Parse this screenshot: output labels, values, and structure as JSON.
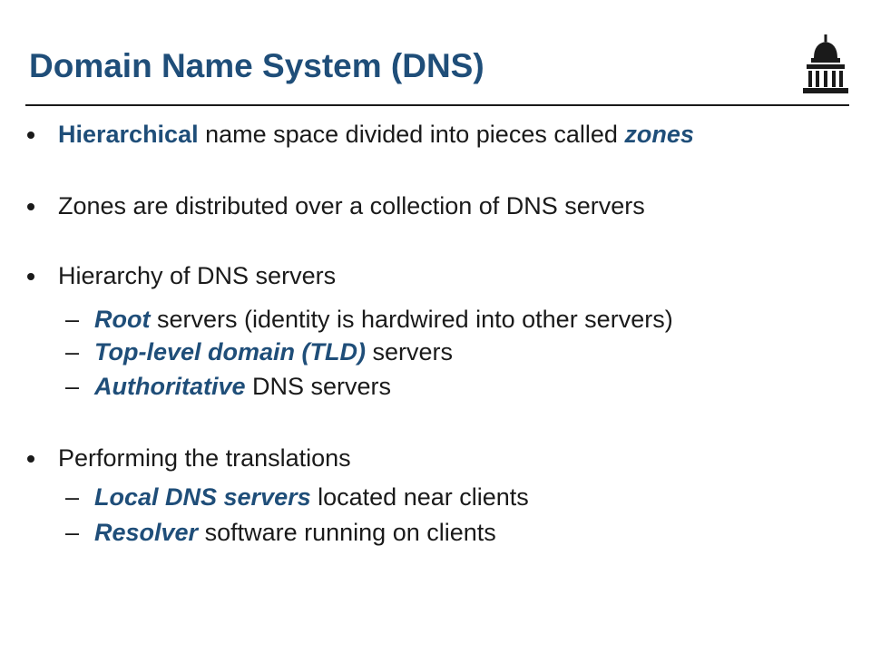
{
  "title": "Domain Name System (DNS)",
  "logo_icon": "capitol-building-icon",
  "colors": {
    "accent": "#1f4e79",
    "text": "#1a1a1a",
    "rule": "#1a1a1a"
  },
  "bullets": [
    {
      "parts": [
        {
          "text": "Hierarchical",
          "style": "bold"
        },
        {
          "text": " name space divided into pieces called ",
          "style": "plain"
        },
        {
          "text": "zones",
          "style": "bold-italic"
        }
      ]
    },
    {
      "parts": [
        {
          "text": "Zones are distributed over a collection of DNS servers",
          "style": "plain"
        }
      ]
    },
    {
      "text": "Hierarchy of DNS servers",
      "subitems": [
        {
          "emph": "Root",
          "rest": " servers (identity is hardwired into other servers)"
        },
        {
          "emph": "Top-level domain (TLD)",
          "rest": " servers"
        },
        {
          "emph": "Authoritative",
          "rest": " DNS servers"
        }
      ]
    },
    {
      "text": "Performing the translations",
      "subitems": [
        {
          "emph": "Local DNS servers",
          "rest": " located near clients"
        },
        {
          "emph": "Resolver",
          "rest": " software running on clients"
        }
      ]
    }
  ],
  "dash": "–"
}
